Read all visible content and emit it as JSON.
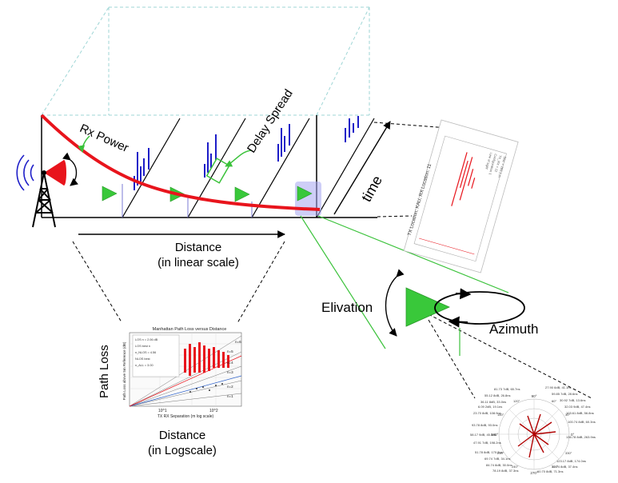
{
  "labels": {
    "rx_power": "Rx Power",
    "delay_spread": "Delay Spread",
    "time": "time",
    "distance_linear_line1": "Distance",
    "distance_linear_line2": "(in linear scale)",
    "path_loss": "Path Loss",
    "distance_log_line1": "Distance",
    "distance_log_line2": "(in Logscale)",
    "elivation": "Elivation",
    "azimuth": "Azimuth"
  },
  "inset_path_loss": {
    "title": "Manhattan Path Loss versus Distance",
    "xlabel": "TX RX Separation (m log scale)",
    "ylabel": "Path Loss above 5m Reference (dB)",
    "legend": [
      "LOS n = 2.06 dB",
      "LOS best n",
      "n_NLOS = 4.56",
      "NLOS best",
      "n_ALL = 3.00"
    ],
    "exponent_labels": [
      "n=6",
      "n=5",
      "n=4",
      "n=3",
      "n=2",
      "n=1"
    ],
    "x_ticks": [
      "10^1",
      "10^2"
    ]
  },
  "inset_pdp": {
    "title": "TX Location: KAU, RX Location: 11",
    "notes": [
      "Line of sight",
      "Configuration 1",
      "TX_RX = 12",
      "Dist. = 183.1 m"
    ]
  },
  "inset_polar": {
    "angle_labels": [
      "90°",
      "0°",
      "270°",
      "180°",
      "120°",
      "60°",
      "30°",
      "330°",
      "300°",
      "240°",
      "210°",
      "150°"
    ],
    "annotations": [
      "81.73 7dB, 65.7ns",
      "27.90 6dB, 41.1ns",
      "55.12 8dB, 26.8ns",
      "59.85 7dB, 28.6ns",
      "36.11 8dB, 33.0ns",
      "30.92 7dB, 13.6ns",
      "32.03 9dB, 47.4ns",
      "6.09 2dB, 19.1ns",
      "103.61 8dB, 56.8ns",
      "23.70 8dB, 108.9ns",
      "100.74 8dB, 60.3ns",
      "93.78 8dB, 93.0ns",
      "58.17 9dB, 45.0ns",
      "136.78 8dB, 263.9ns",
      "47.91 7dB, 198.2ns",
      "51.78 8dB, 170.8ns",
      "123.17 8dB, 174.0ns",
      "69.74 7dB, 34.1ns",
      "32.74 8dB, 37.4ns",
      "84.74 8dB, 30.0ns",
      "60.70 8dB, 71.3ns",
      "78.19 8dB, 37.3ns"
    ]
  },
  "chart_data": {
    "type": "scatter",
    "title": "Manhattan Path Loss versus Distance",
    "xlabel": "TX RX Separation (m log scale)",
    "ylabel": "Path Loss above 5m Reference (dB)",
    "series": []
  },
  "colors": {
    "rx_curve": "#e8141c",
    "green_arrow": "#39c83a",
    "blue_impulse": "#1e1ec8",
    "box_line": "#9fd6d6",
    "pointer_line": "#3ac23a",
    "highlight": "#a5a5f0",
    "tower": "#000000",
    "tower_red": "#e8141c"
  }
}
